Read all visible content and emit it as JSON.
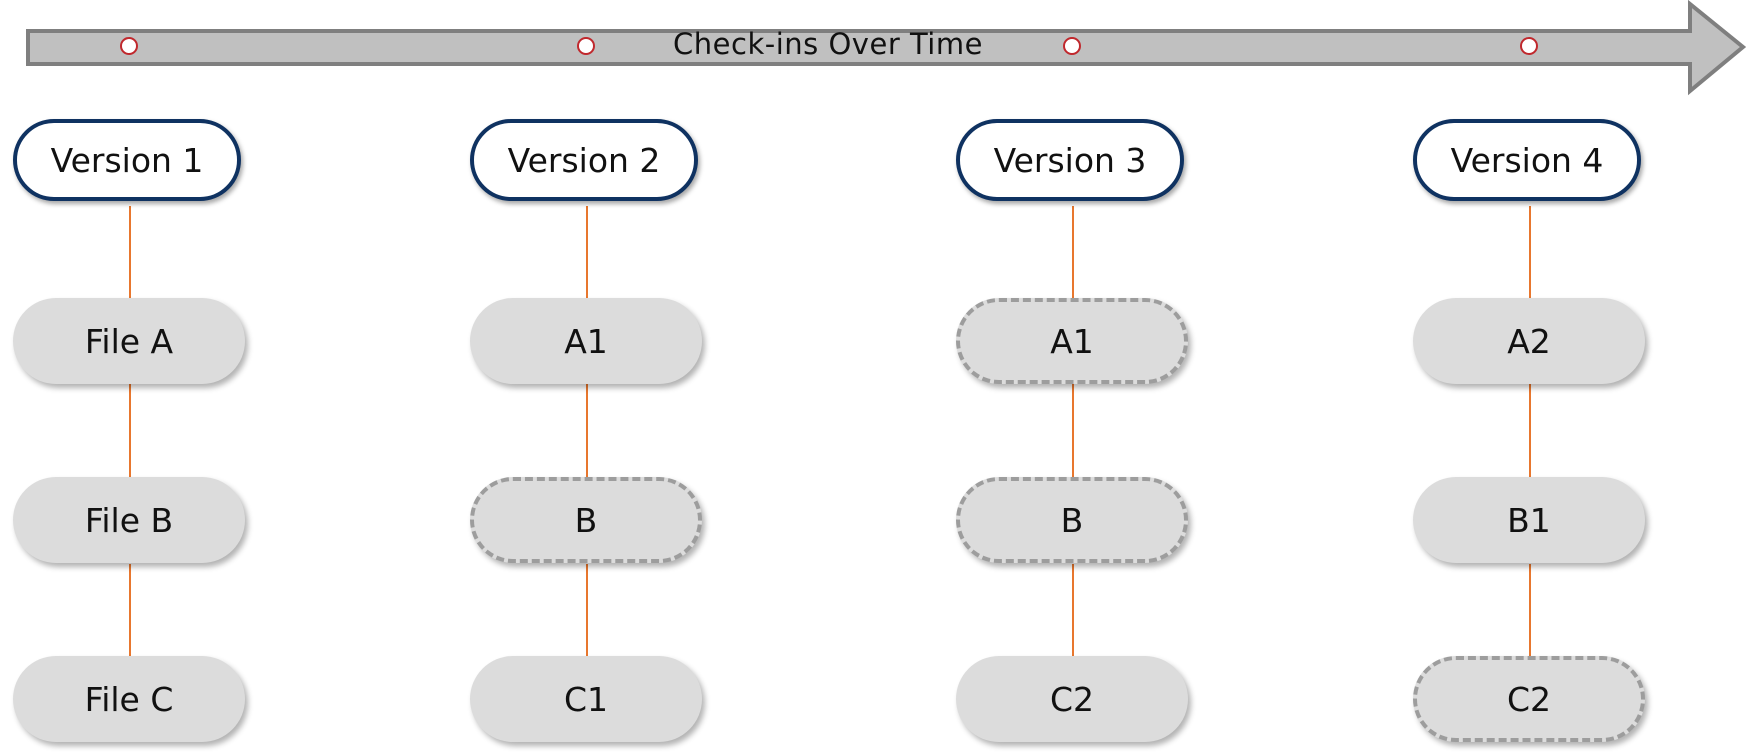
{
  "timeline": {
    "label": "Check-ins Over Time",
    "colors": {
      "arrow_fill": "#c0c0c0",
      "arrow_stroke": "#7f7f7f",
      "marker_fill": "#ffffff",
      "marker_stroke": "#c0282d"
    },
    "checkins": 4
  },
  "colors": {
    "version_border": "#0f3261",
    "file_fill": "#dcdcdc",
    "dashed_border": "#9d9d9d",
    "connector": "#e8772e"
  },
  "versions": [
    {
      "label": "Version 1",
      "files": [
        {
          "label": "File A",
          "unchanged": false
        },
        {
          "label": "File B",
          "unchanged": false
        },
        {
          "label": "File C",
          "unchanged": false
        }
      ]
    },
    {
      "label": "Version 2",
      "files": [
        {
          "label": "A1",
          "unchanged": false
        },
        {
          "label": "B",
          "unchanged": true
        },
        {
          "label": "C1",
          "unchanged": false
        }
      ]
    },
    {
      "label": "Version 3",
      "files": [
        {
          "label": "A1",
          "unchanged": true
        },
        {
          "label": "B",
          "unchanged": true
        },
        {
          "label": "C2",
          "unchanged": false
        }
      ]
    },
    {
      "label": "Version 4",
      "files": [
        {
          "label": "A2",
          "unchanged": false
        },
        {
          "label": "B1",
          "unchanged": false
        },
        {
          "label": "C2",
          "unchanged": true
        }
      ]
    }
  ]
}
